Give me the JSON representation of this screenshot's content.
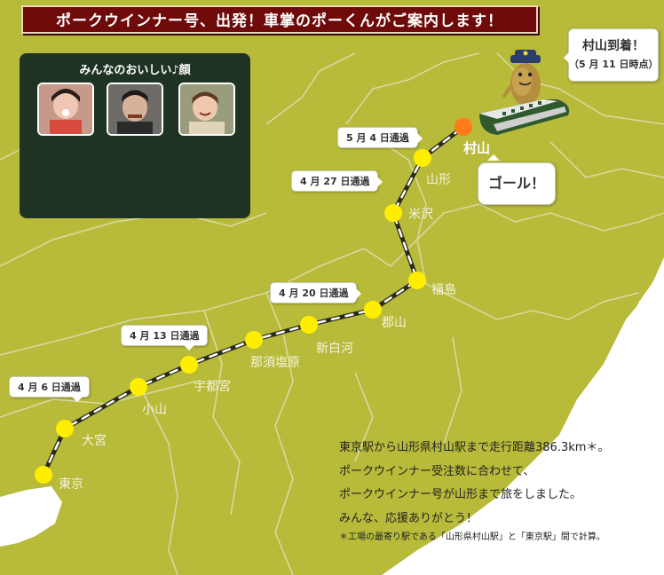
{
  "banner": {
    "title": "ポークウインナー号、出発！車掌のポーくんがご案内します！"
  },
  "gallery": {
    "title": "みんなのおいしい♪顔",
    "photos": [
      {
        "name": "girl-with-food-photo"
      },
      {
        "name": "man-eating-photo"
      },
      {
        "name": "child-smiling-photo"
      }
    ]
  },
  "stations": [
    {
      "id": "tokyo",
      "label": "東京"
    },
    {
      "id": "omiya",
      "label": "大宮"
    },
    {
      "id": "oyama",
      "label": "小山"
    },
    {
      "id": "utsunomiya",
      "label": "宇都宮"
    },
    {
      "id": "nasushiobara",
      "label": "那須塩原"
    },
    {
      "id": "shinshirakawa",
      "label": "新白河"
    },
    {
      "id": "koriyama",
      "label": "郡山"
    },
    {
      "id": "fukushima",
      "label": "福島"
    },
    {
      "id": "yonezawa",
      "label": "米沢"
    },
    {
      "id": "yamagata",
      "label": "山形"
    },
    {
      "id": "murayama",
      "label": "村山"
    }
  ],
  "milestones": [
    {
      "id": "apr6",
      "label": "4 月 6 日通過"
    },
    {
      "id": "apr13",
      "label": "4 月 13 日通過"
    },
    {
      "id": "apr20",
      "label": "4 月 20 日通過"
    },
    {
      "id": "apr27",
      "label": "4 月 27 日通過"
    },
    {
      "id": "may4",
      "label": "5 月 4 日通過"
    }
  ],
  "goal": {
    "label": "ゴール！"
  },
  "arrival": {
    "title": "村山到着！",
    "subtitle": "（5 月 11 日時点）"
  },
  "info": {
    "lines": [
      "東京駅から山形県村山駅まで走行距離386.3km＊。",
      "ポークウインナー受注数に合わせて、",
      "ポークウインナー号が山形まで旅をしました。",
      "みんな、応援ありがとう！"
    ],
    "note": "＊工場の最寄り駅である「山形県村山駅」と「東京駅」間で計算。"
  },
  "colors": {
    "land": "#b8ba3a",
    "border": "#d9dba6",
    "sea": "#ffffff",
    "route_dark": "#2b2a1a",
    "route_light": "#ffffff",
    "station_dot": "#ffee00",
    "goal_dot": "#ff7a1a",
    "banner_bg": "#6e0a0a",
    "gallery_bg": "#1f3322"
  }
}
